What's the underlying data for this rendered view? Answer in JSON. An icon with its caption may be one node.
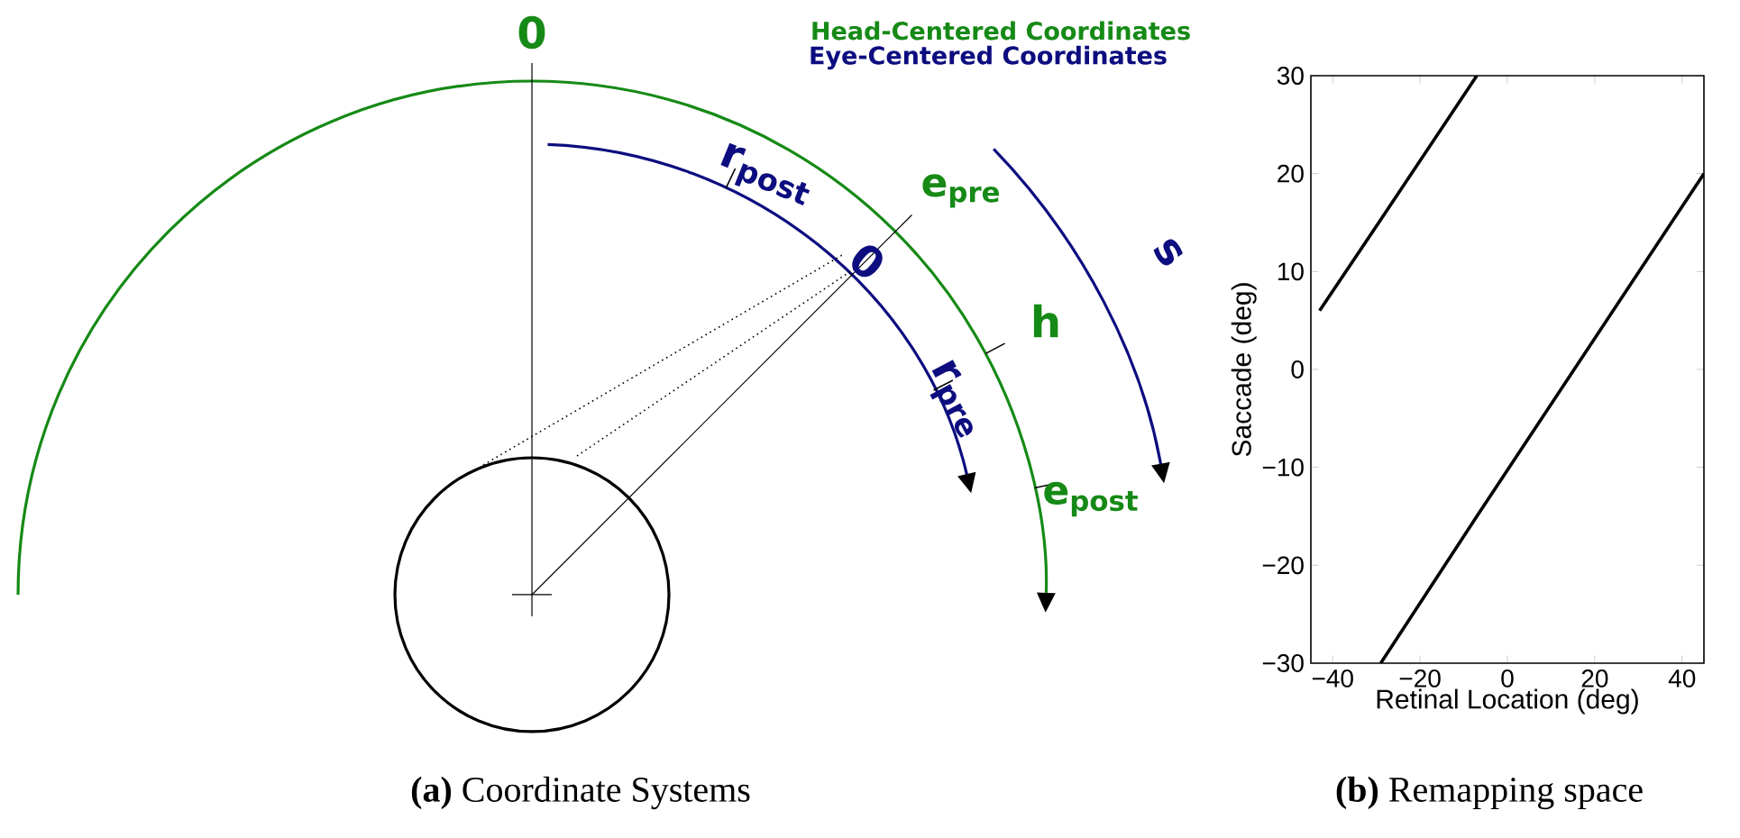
{
  "diagram": {
    "labels": [
      "0",
      "Head-Centered Coordinates",
      "Eye-Centered Coordinates",
      "r$_{post}$",
      "e$_{pre}$",
      "0",
      "h",
      "r$_{pre}$",
      "e$_{post}$",
      "s",
      "**(a)** Coordinate Systems",
      "**(b)** Remapping space"
    ],
    "chart_data": {
      "type": "line",
      "xlabel": "Retinal Location (deg)",
      "ylabel": "Saccade (deg)",
      "x": [
        -43,
        -29,
        -7,
        45
      ],
      "series": [
        {
          "color": "#000000",
          "values": [
            6,
            15.3,
            30,
            null
          ]
        },
        {
          "color": "#000000",
          "values": [
            null,
            -30,
            -15,
            20
          ]
        }
      ],
      "xlim": [
        -45,
        45
      ],
      "ylim": [
        -30,
        30
      ],
      "xticks": [
        -40,
        -20,
        0,
        20,
        40
      ],
      "yticks": [
        -30,
        -20,
        -10,
        0,
        10,
        20,
        30
      ]
    }
  }
}
